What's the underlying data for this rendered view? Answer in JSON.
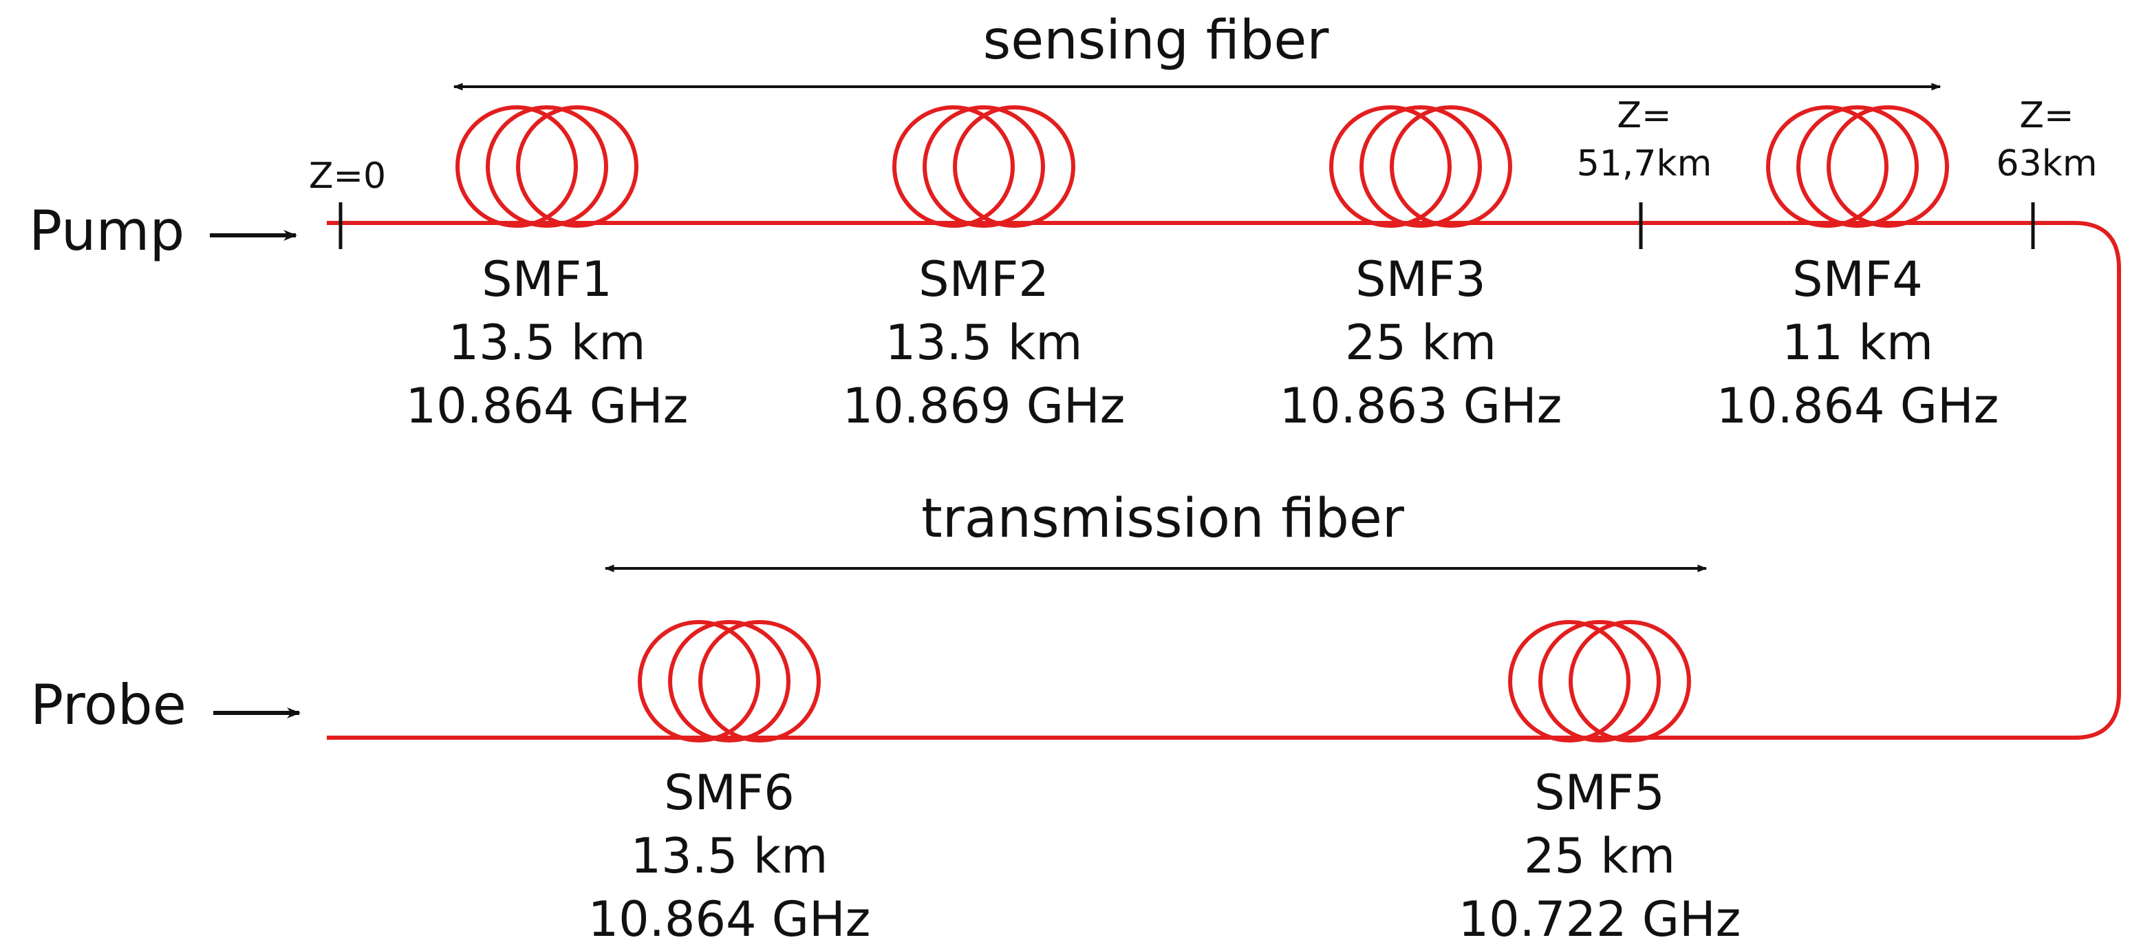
{
  "accent_color": "#e31e1e",
  "sensing": {
    "label": "sensing fiber"
  },
  "transmission": {
    "label": "transmission fiber"
  },
  "inputs": {
    "pump": "Pump",
    "probe": "Probe"
  },
  "markers": {
    "z0": "Z=0",
    "z1_line1": "Z=",
    "z1_line2": "51,7km",
    "z2_line1": "Z=",
    "z2_line2": "63km"
  },
  "spools": [
    {
      "name": "SMF1",
      "length": "13.5 km",
      "frequency": "10.864 GHz"
    },
    {
      "name": "SMF2",
      "length": "13.5 km",
      "frequency": "10.869 GHz"
    },
    {
      "name": "SMF3",
      "length": "25 km",
      "frequency": "10.863 GHz"
    },
    {
      "name": "SMF4",
      "length": "11 km",
      "frequency": "10.864 GHz"
    },
    {
      "name": "SMF5",
      "length": "25 km",
      "frequency": "10.722 GHz"
    },
    {
      "name": "SMF6",
      "length": "13.5 km",
      "frequency": "10.864 GHz"
    }
  ]
}
